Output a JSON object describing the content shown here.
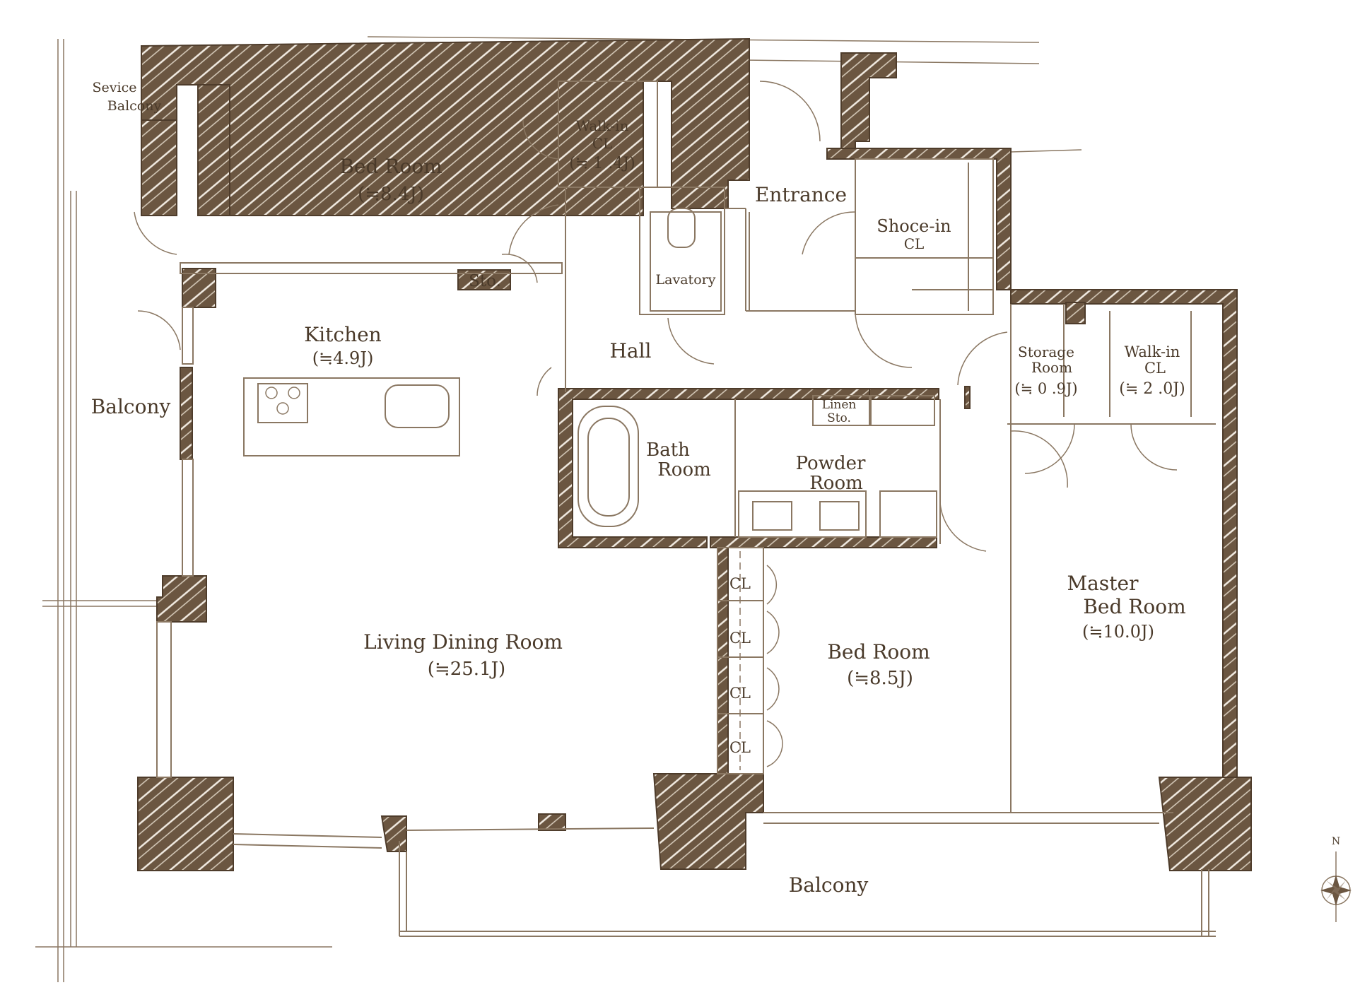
{
  "rooms": {
    "service_balcony": [
      "Sevice",
      "Balcony"
    ],
    "bed_room_1": {
      "name": "Bed Room",
      "size": "(≒8.4J)"
    },
    "walk_in_cl_1": {
      "name": [
        "Walk-in",
        "CL"
      ],
      "size": "(≒ 1 .4J)"
    },
    "entrance": "Entrance",
    "shoe_in_cl": [
      "Shoce-in",
      "CL"
    ],
    "lavatory": "Lavatory",
    "sto": "Sto.",
    "kitchen": {
      "name": "Kitchen",
      "size": "(≒4.9J)"
    },
    "hall": "Hall",
    "balcony_west": "Balcony",
    "storage_room": {
      "name": [
        "Storage",
        "Room"
      ],
      "size": "(≒ 0 .9J)"
    },
    "walk_in_cl_2": {
      "name": [
        "Walk-in",
        "CL"
      ],
      "size": "(≒ 2 .0J)"
    },
    "linen_sto": [
      "Linen",
      "Sto."
    ],
    "bath_room": [
      "Bath",
      "Room"
    ],
    "powder_room": [
      "Powder",
      "Room"
    ],
    "master_bed_room": {
      "name": [
        "Master",
        "Bed Room"
      ],
      "size": "(≒10.0J)"
    },
    "living_dining_room": {
      "name": "Living Dining Room",
      "size": "(≒25.1J)"
    },
    "bed_room_2": {
      "name": "Bed Room",
      "size": "(≒8.5J)"
    },
    "closets": [
      "CL",
      "CL",
      "CL",
      "CL"
    ],
    "balcony_south": "Balcony"
  },
  "compass": {
    "north_label": "N"
  },
  "colors": {
    "wall": "#6b5641",
    "line": "#8a7762",
    "text": "#4a3a2a"
  }
}
